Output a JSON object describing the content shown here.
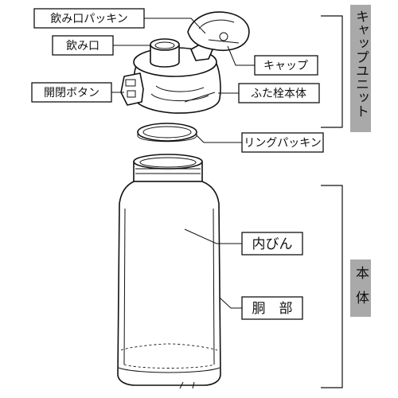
{
  "labels": {
    "spout_packing": "飲み口パッキン",
    "spout": "飲み口",
    "cap": "キャップ",
    "open_close_button": "開閉ボタン",
    "lid_body": "ふた栓本体",
    "ring_packing": "リングパッキン",
    "inner_bottle": "内びん",
    "body_barrel": "胴　部"
  },
  "sections": {
    "cap_unit": "キャップユニット",
    "main_body": "本体"
  },
  "colors": {
    "section_bar": "#a9a9a9",
    "line": "#111111"
  }
}
